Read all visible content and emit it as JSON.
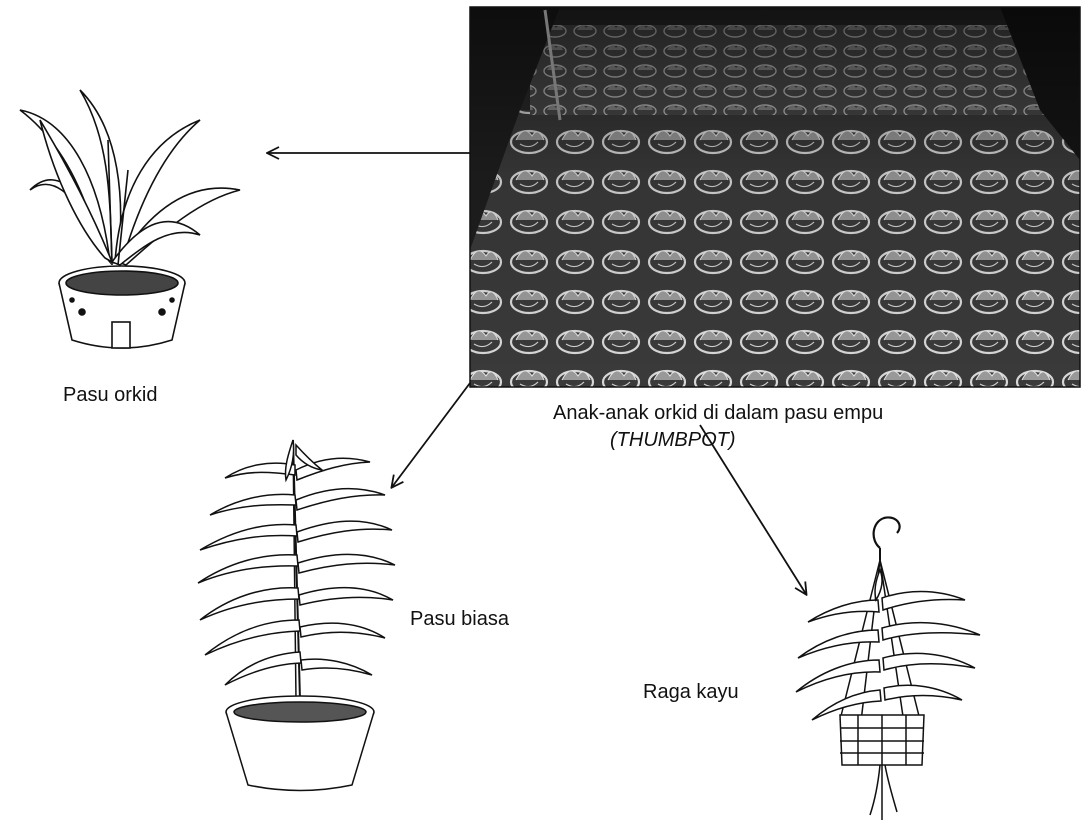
{
  "labels": {
    "pasu_orkid": "Pasu orkid",
    "thumbpot_line1": "Anak-anak orkid di dalam pasu empu",
    "thumbpot_line2": "(THUMBPOT)",
    "pasu_biasa": "Pasu biasa",
    "raga_kayu": "Raga kayu"
  },
  "colors": {
    "ink": "#111111",
    "photo_dark": "#2a2a2a",
    "photo_light": "#bfbfbf"
  },
  "icons": [
    "orchid-pot-illustration",
    "seedling-photo",
    "tall-orchid-pot-illustration",
    "hanging-wooden-basket-illustration",
    "arrow-icon"
  ]
}
